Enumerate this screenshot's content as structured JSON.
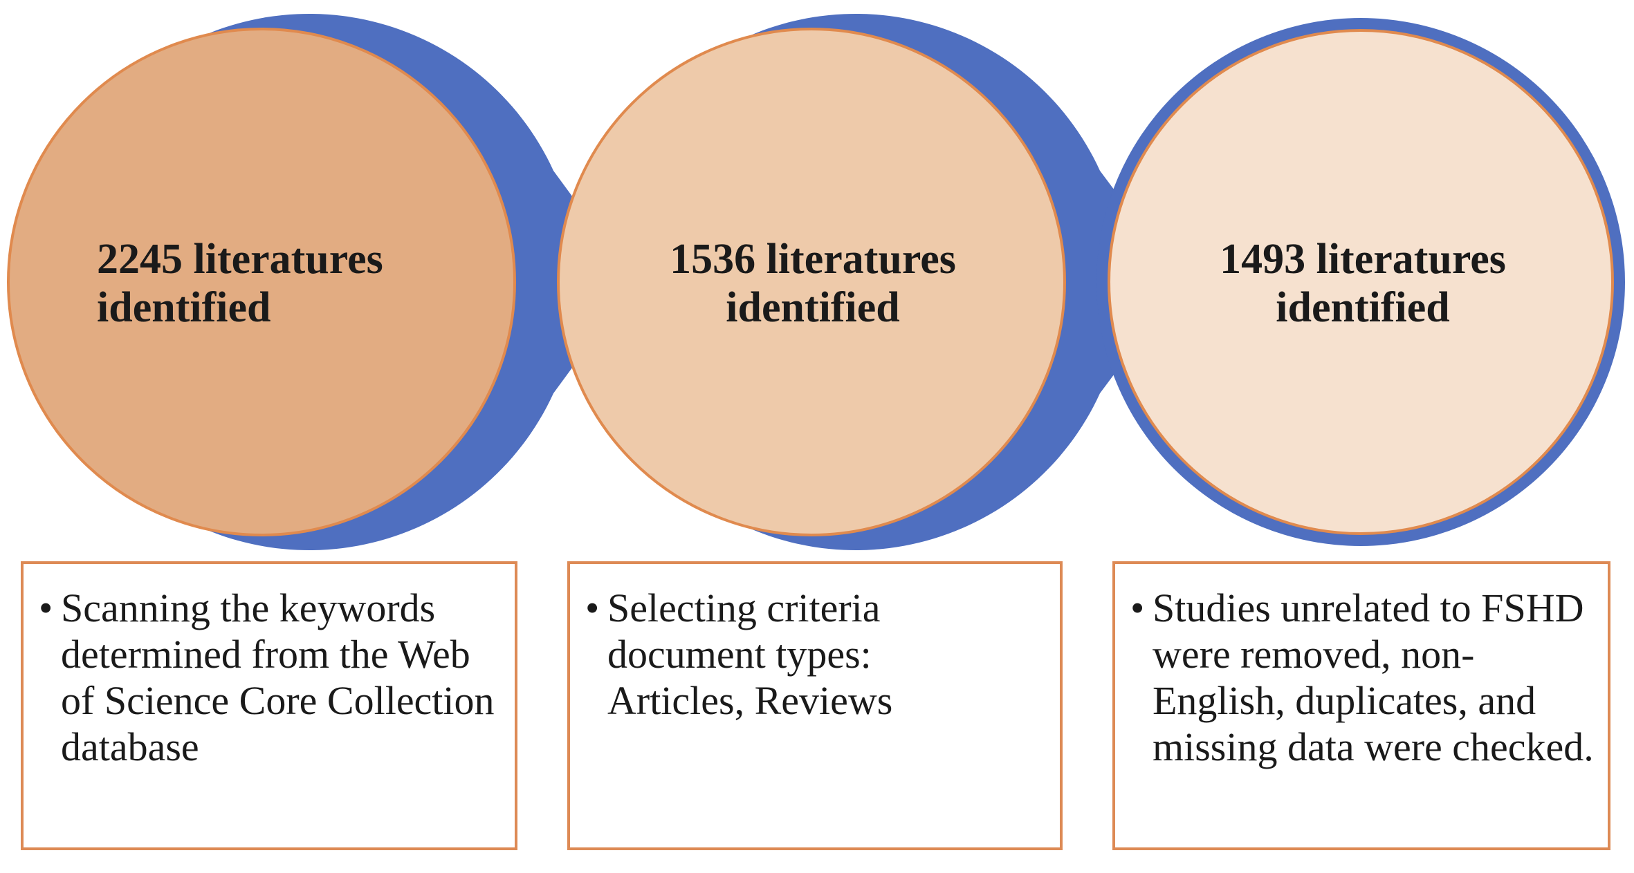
{
  "colors": {
    "outline_blue": "#4f6fc0",
    "step1_fill": "#e2ac82",
    "step2_fill": "#eecaaa",
    "step3_fill": "#f6e1cf",
    "box_border": "#dd8a55"
  },
  "steps": [
    {
      "count_text": "2245 literatures identified",
      "description": "Scanning the keywords determined from the Web of Science Core Collection database"
    },
    {
      "count_text": "1536 literatures identified",
      "description": "Selecting criteria document types: Articles, Reviews"
    },
    {
      "count_text": "1493 literatures identified",
      "description": "Studies unrelated to FSHD were removed, non-English, duplicates, and missing data were checked."
    }
  ],
  "bullet_glyph": "•"
}
